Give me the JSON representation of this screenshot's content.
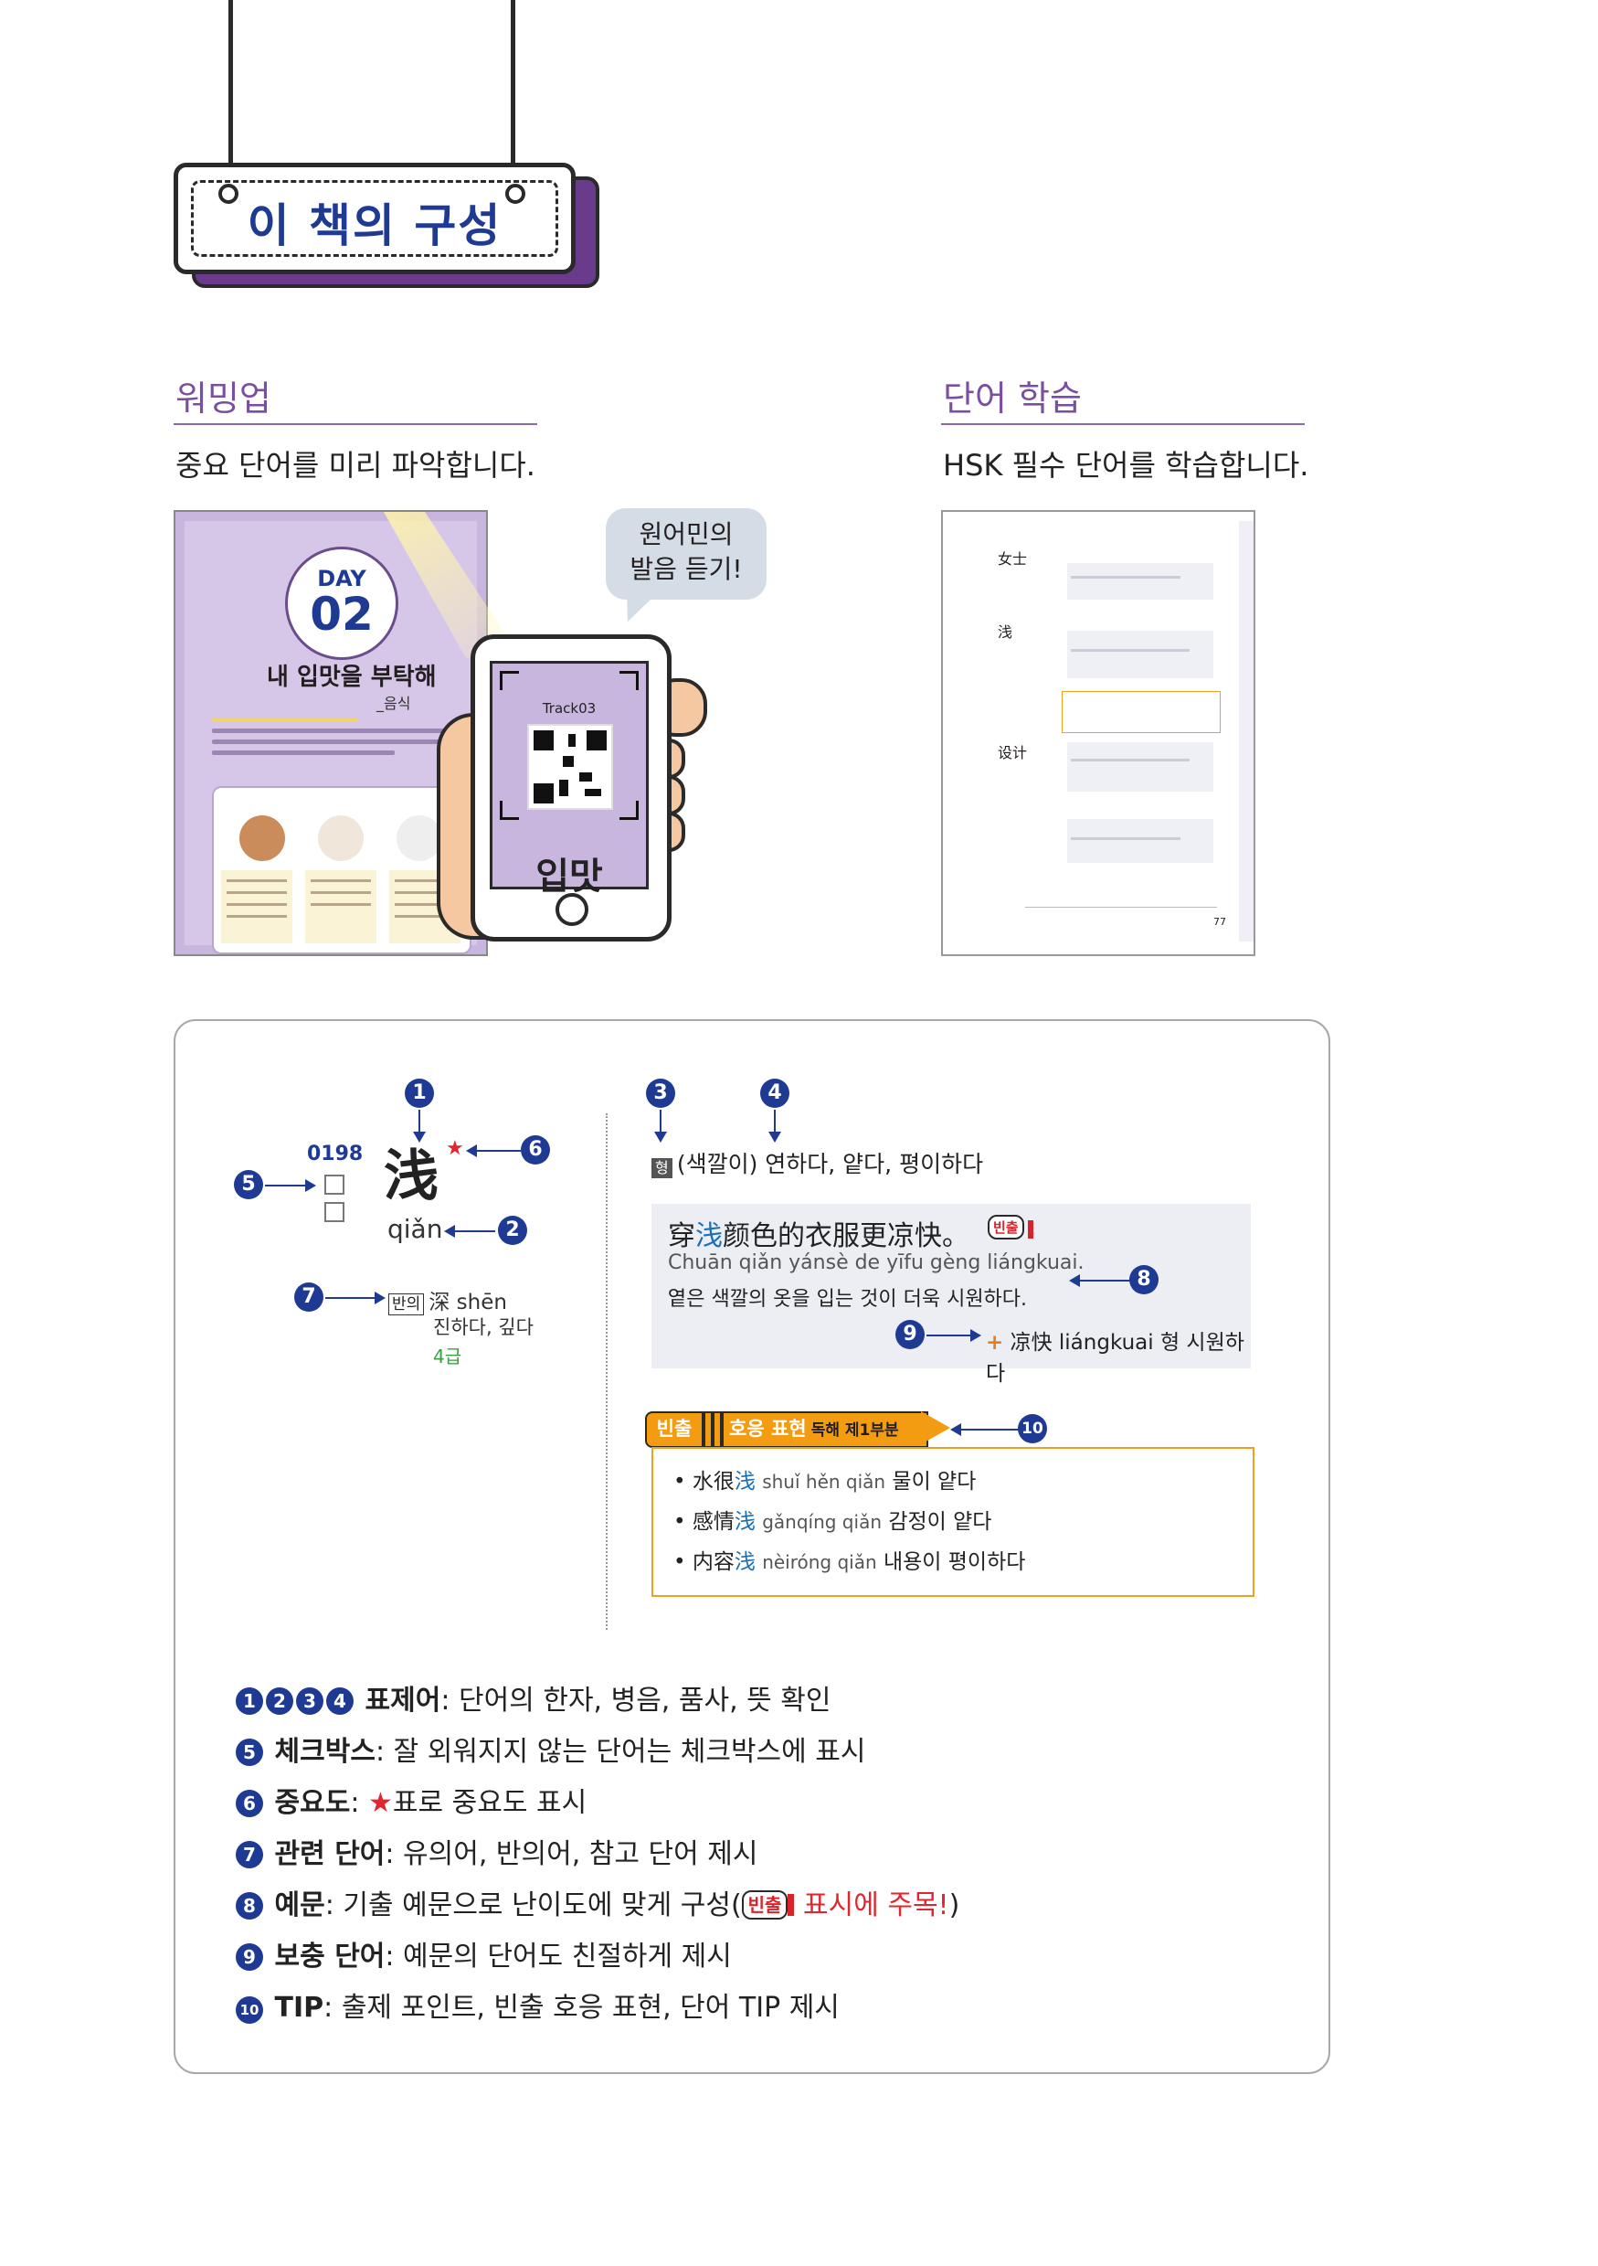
{
  "header": {
    "title": "이 책의 구성"
  },
  "warmup": {
    "title": "워밍업",
    "description": "중요 단어를 미리 파악합니다.",
    "thumb": {
      "day_label": "DAY",
      "day_number": "02",
      "heading": "내 입맛을 부탁해",
      "sub": "_음식"
    },
    "bubble_line1": "원어민의",
    "bubble_line2": "발음 듣기!",
    "phone_track": "Track03"
  },
  "study": {
    "title": "단어 학습",
    "description": "HSK 필수 단어를 학습합니다.",
    "thumb": {
      "w1": "女士",
      "w2": "浅",
      "w3": "设计",
      "page": "77"
    }
  },
  "entry": {
    "number": "0198",
    "hanzi": "浅",
    "pinyin": "qiǎn",
    "related_tag": "반의",
    "related_word": "深 shēn",
    "related_meaning": "진하다, 깊다",
    "related_level": "4급",
    "pos": "형",
    "meaning": "(색깔이) 연하다, 얕다, 평이하다",
    "example_pre": "穿",
    "example_key": "浅",
    "example_post": "颜色的衣服更凉快。",
    "example_pinyin": "Chuān qiǎn yánsè de yīfu gèng liángkuai.",
    "example_korean": "옅은 색깔의 옷을 입는 것이 더욱 시원하다.",
    "freq_label": "빈출",
    "supplement_plus": "+",
    "supplement": "凉快 liángkuai 형 시원하다",
    "tip_badge": "빈출",
    "tip_title": "호응 표현",
    "tip_sub": "독해 제1부분",
    "tips": [
      {
        "pre": "水很",
        "key": "浅",
        "py": "shuǐ hěn qiǎn",
        "ko": "물이 얕다"
      },
      {
        "pre": "感情",
        "key": "浅",
        "py": "gǎnqíng qiǎn",
        "ko": "감정이 얕다"
      },
      {
        "pre": "内容",
        "key": "浅",
        "py": "nèiróng qiǎn",
        "ko": "내용이 평이하다"
      }
    ]
  },
  "markers": [
    "1",
    "2",
    "3",
    "4",
    "5",
    "6",
    "7",
    "8",
    "9",
    "10"
  ],
  "legend": [
    {
      "nums": [
        "1",
        "2",
        "3",
        "4"
      ],
      "term": "표제어",
      "text": ": 단어의 한자, 병음, 품사, 뜻 확인"
    },
    {
      "nums": [
        "5"
      ],
      "term": "체크박스",
      "text": ": 잘 외워지지 않는 단어는 체크박스에 표시"
    },
    {
      "nums": [
        "6"
      ],
      "term": "중요도",
      "text_pre": ": ",
      "text": "표로 중요도 표시"
    },
    {
      "nums": [
        "7"
      ],
      "term": "관련 단어",
      "text": ": 유의어, 반의어, 참고 단어 제시"
    },
    {
      "nums": [
        "8"
      ],
      "term": "예문",
      "text": ": 기출 예문으로 난이도에 맞게 구성(",
      "badge": "빈출",
      "highlight": " 표시에 주목!",
      "close": ")"
    },
    {
      "nums": [
        "9"
      ],
      "term": "보충 단어",
      "text": ": 예문의 단어도 친절하게 제시"
    },
    {
      "nums": [
        "10"
      ],
      "term": "TIP",
      "text": ": 출제 포인트, 빈출 호응 표현, 단어 TIP 제시"
    }
  ],
  "colors": {
    "accent_purple": "#7b4fa0",
    "navy": "#1f3a93",
    "red": "#e0262e",
    "orange": "#f0a020"
  }
}
